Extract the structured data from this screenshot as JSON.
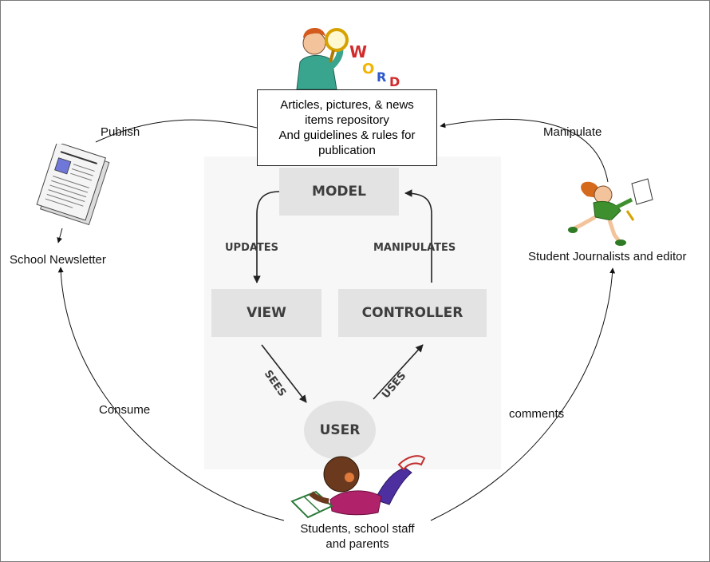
{
  "repository": {
    "line1": "Articles, pictures, & news",
    "line2": "items repository",
    "line3": "And guidelines & rules for",
    "line4": "publication"
  },
  "mvc": {
    "model": "MODEL",
    "view": "VIEW",
    "controller": "CONTROLLER",
    "user": "USER",
    "updates": "UPDATES",
    "manipulates": "MANIPULATES",
    "sees": "SEES",
    "uses": "USES"
  },
  "nodes": {
    "newsletter": "School Newsletter",
    "journalists": "Student Journalists and editor",
    "audience_line1": "Students, school staff",
    "audience_line2": "and parents"
  },
  "edges": {
    "publish": "Publish",
    "manipulate": "Manipulate",
    "consume": "Consume",
    "comments": "comments"
  },
  "clipart": {
    "word_letters": [
      "W",
      "O",
      "R",
      "D"
    ]
  },
  "colors": {
    "mvc_box": "#e3e3e3",
    "mvc_text": "#3d3d3d",
    "mvc_panel": "#f7f7f7",
    "connector": "#111111"
  }
}
